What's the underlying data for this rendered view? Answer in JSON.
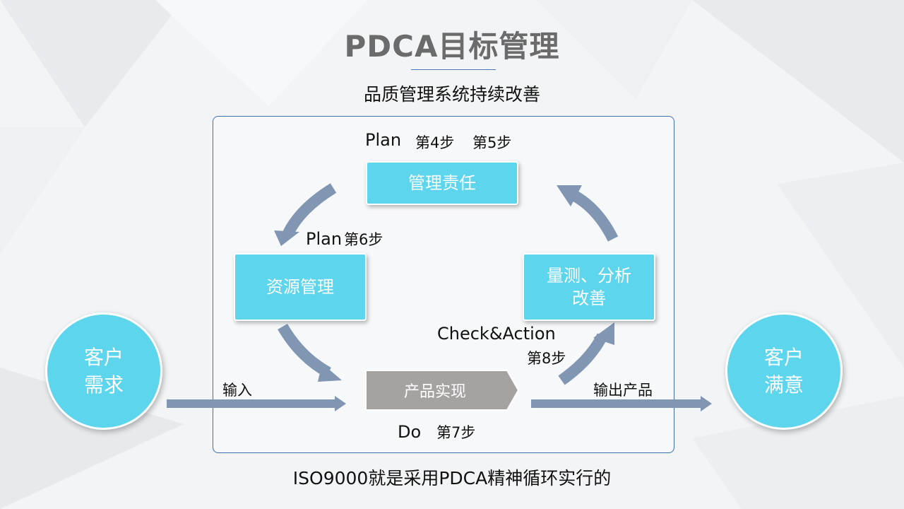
{
  "title": "PDCA目标管理",
  "subtitle": "品质管理系统持续改善",
  "footer": "ISO9000就是采用PDCA精神循环实行的",
  "steps": {
    "plan_top": "Plan",
    "step4": "第4步",
    "step5": "第5步",
    "plan_left": "Plan",
    "step6": "第6步",
    "check_action": "Check&Action",
    "step8": "第8步",
    "do": "Do",
    "step7": "第7步"
  },
  "boxes": {
    "management": "管理责任",
    "resource": "资源管理",
    "measure_line1": "量测、分析",
    "measure_line2": "改善",
    "product": "产品实现"
  },
  "circles": {
    "customer_need_line1": "客户",
    "customer_need_line2": "需求",
    "customer_sat_line1": "客户",
    "customer_sat_line2": "满意"
  },
  "flow": {
    "input": "输入",
    "output": "输出产品"
  },
  "colors": {
    "box": "#5dd5ec",
    "arrow": "#8096b3",
    "product_box": "#a6a2a2",
    "frame": "#3d6fb0",
    "title": "#6b6b6b"
  }
}
